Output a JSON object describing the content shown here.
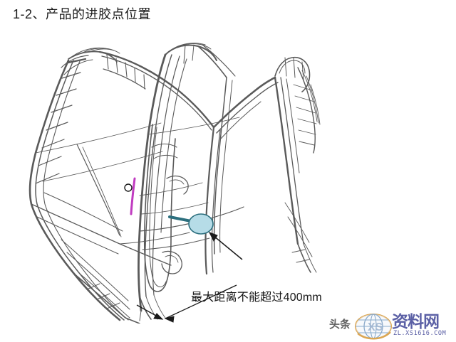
{
  "slide": {
    "title": "1-2、产品的进胶点位置",
    "background_color": "#ffffff"
  },
  "drawing": {
    "name": "automotive-trim-part-wireframe",
    "description": "CAD wireframe view of an automotive door trim / pillar panel",
    "line_color": "#5a5a5a",
    "gate_marker": {
      "label_icon": "gate-point-ellipse",
      "fill_color": "#b6dce7",
      "stroke_color": "#2c6f7e"
    },
    "highlight_edge": {
      "label_icon": "magenta-highlight-edge",
      "color": "#c03bc0"
    },
    "point_marker": {
      "label_icon": "small-circle-marker",
      "color": "#1a1a1a"
    },
    "leader_color": "#1a1a1a"
  },
  "annotation": {
    "dimension_caption": "最大距离不能超过400mm"
  },
  "watermark": {
    "brand_left": "头条",
    "brand_right": "资料网",
    "url": "ZL.XS1616.COM",
    "brand_color": "#4a4f9c",
    "logo_icon": "globe-logo-icon"
  }
}
